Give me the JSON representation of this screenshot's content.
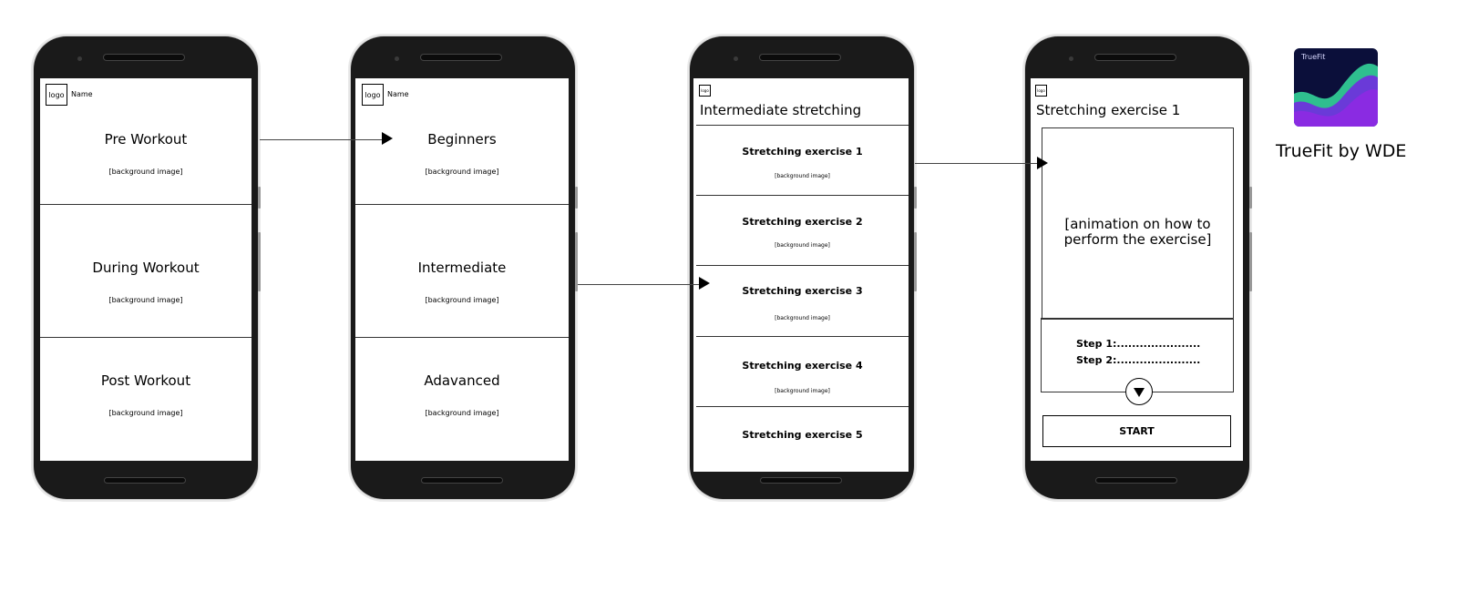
{
  "screen1": {
    "logo": "logo",
    "name": "Name",
    "items": [
      {
        "title": "Pre Workout",
        "sub": "[background image]"
      },
      {
        "title": "During Workout",
        "sub": "[background image]"
      },
      {
        "title": "Post Workout",
        "sub": "[background image]"
      }
    ]
  },
  "screen2": {
    "logo": "logo",
    "name": "Name",
    "items": [
      {
        "title": "Beginners",
        "sub": "[background image]"
      },
      {
        "title": "Intermediate",
        "sub": "[background image]"
      },
      {
        "title": "Adavanced",
        "sub": "[background image]"
      }
    ]
  },
  "screen3": {
    "logo": "logo",
    "title": "Intermediate stretching",
    "items": [
      {
        "title": "Stretching exercise 1",
        "sub": "[background image]"
      },
      {
        "title": "Stretching exercise 2",
        "sub": "[background image]"
      },
      {
        "title": "Stretching exercise 3",
        "sub": "[background image]"
      },
      {
        "title": "Stretching exercise 4",
        "sub": "[background image]"
      },
      {
        "title": "Stretching exercise 5"
      }
    ]
  },
  "screen4": {
    "logo": "logo",
    "title": "Stretching exercise 1",
    "animation_text": "[animation on how to perform the exercise]",
    "step1": "Step 1:......................",
    "step2": "Step 2:......................",
    "start": "START"
  },
  "brand": {
    "icon_label": "TrueFit",
    "name": "TrueFit by WDE",
    "colors": {
      "bg": "#0b0f3a",
      "green": "#2fbf8f",
      "purple": "#8a2be2"
    }
  }
}
